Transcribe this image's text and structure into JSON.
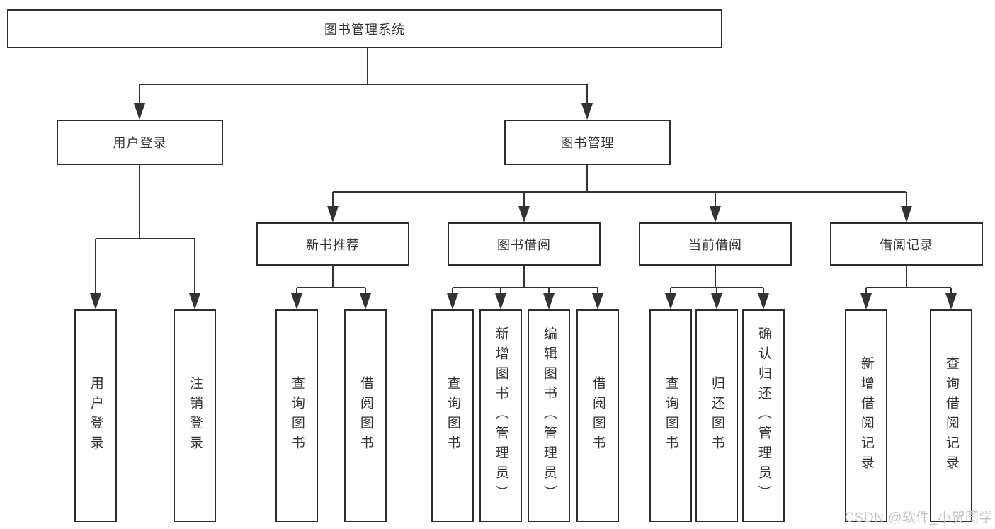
{
  "diagram": {
    "root": {
      "label": "图书管理系统"
    },
    "level2": [
      {
        "label": "用户登录"
      },
      {
        "label": "图书管理"
      }
    ],
    "level3": [
      {
        "label": "新书推荐"
      },
      {
        "label": "图书借阅"
      },
      {
        "label": "当前借阅"
      },
      {
        "label": "借阅记录"
      }
    ],
    "leaves": {
      "login": [
        "用户登录",
        "注销登录"
      ],
      "newbook": [
        "查询图书",
        "借阅图书"
      ],
      "borrow": [
        "查询图书",
        "新增图书（管理员）",
        "编辑图书（管理员）",
        "借阅图书"
      ],
      "current": [
        "查询图书",
        "归还图书",
        "确认归还（管理员）"
      ],
      "records": [
        "新增借阅记录",
        "查询借阅记录"
      ]
    }
  },
  "watermark": {
    "text": "CSDN @软件_小贺同学"
  },
  "colors": {
    "line": "#333333",
    "border": "#2d2d2d",
    "text": "#333333",
    "background": "#ffffff",
    "watermark": "#c4c4c4"
  }
}
